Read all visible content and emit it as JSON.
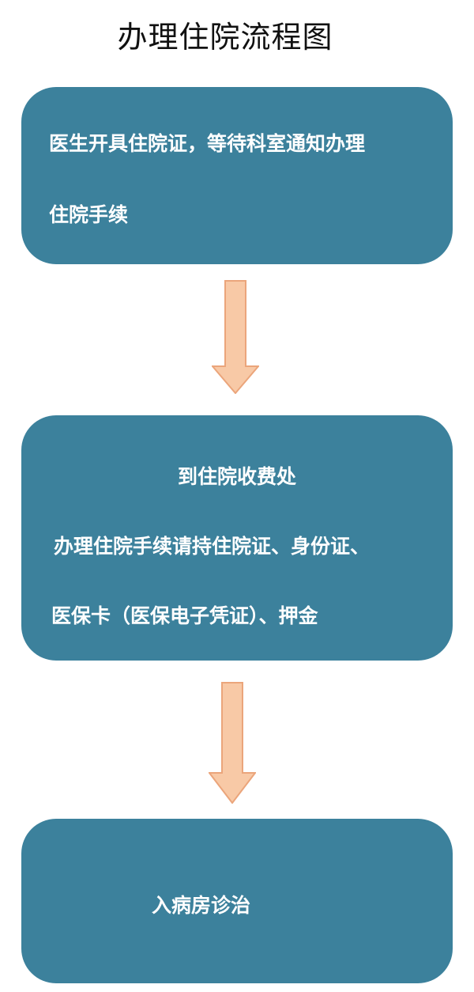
{
  "title": "办理住院流程图",
  "steps": [
    {
      "lines": [
        "医生开具住院证，等待科室通知办理",
        "住院手续"
      ]
    },
    {
      "lines": [
        "到住院收费处",
        "办理住院手续请持住院证、身份证、",
        "医保卡（医保电子凭证）、押金"
      ]
    },
    {
      "lines": [
        "入病房诊治"
      ]
    }
  ],
  "colors": {
    "box": "#3c819c",
    "arrow_fill": "#f8c9a6",
    "arrow_stroke": "#eba57b"
  }
}
